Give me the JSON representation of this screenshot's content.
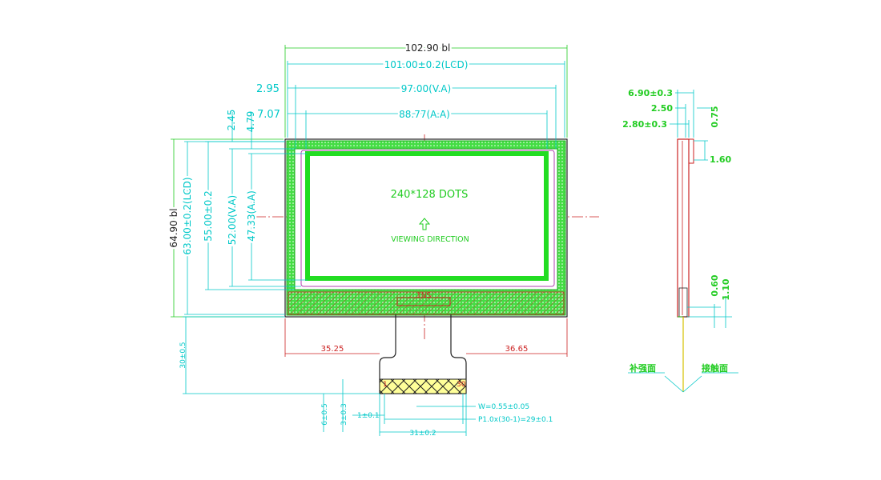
{
  "colors": {
    "dim": "#00c8c8",
    "green": "#22cc22",
    "red": "#cc2222",
    "outline": "#222222",
    "magenta": "#b040b0",
    "ribbon_yellow": "#ffff99"
  },
  "display": {
    "resolution_label": "240*128  DOTS",
    "viewing_label": "VIEWING  DIRECTION",
    "ic_label": "1NS"
  },
  "dims_top": {
    "outline_width": "102.90  bl",
    "lcd_width": "101.00±0.2(LCD)",
    "va_offset": "2.95",
    "va_width": "97.00(V.A)",
    "aa_offset": "7.07",
    "aa_width": "88.77(A.A)"
  },
  "dims_left": {
    "outline_height": "64.90  bl",
    "lcd_height": "63.00±0.2(LCD)",
    "glass_height": "55.00±0.2",
    "va_height": "52.00(V.A)",
    "aa_height": "47.33(A.A)",
    "va_top": "2.45",
    "aa_top": "4.79"
  },
  "dims_bottom": {
    "left_offset": "35.25",
    "right_offset": "36.65",
    "fpc_length": "30±0.5",
    "stiffener_a": "6±0.5",
    "stiffener_b": "3±0.3",
    "pin_edge": "1±0.1",
    "pin_width": "W=0.55±0.05",
    "pitch": "P1.0x(30-1)=29±0.1",
    "fpc_width": "31±0.2",
    "pin_first": "1",
    "pin_last": "30"
  },
  "side_view": {
    "total_thickness": "6.90±0.3",
    "t_250": "2.50",
    "t_075": "0.75",
    "t_280": "2.80±0.3",
    "t_160": "1.60",
    "t_060": "0.60",
    "t_110": "1.10",
    "label_stiffener": "补强面",
    "label_contact": "接触面"
  }
}
